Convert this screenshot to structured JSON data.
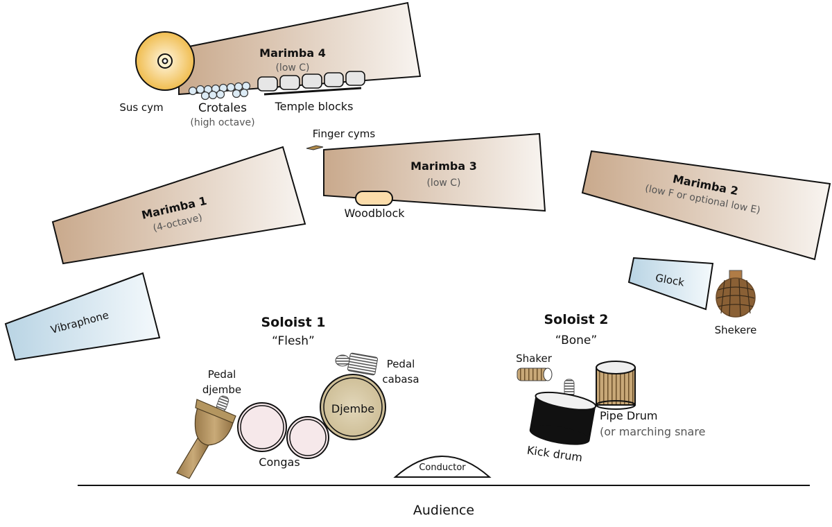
{
  "diagram": {
    "title": "Percussion stage setup",
    "colors": {
      "marimba_dark": "#c9a98c",
      "marimba_light": "#f7f2ee",
      "vibe_dark": "#b9d4e4",
      "vibe_light": "#f2f8fb",
      "cymbal": "#f2c25a",
      "cymbal_light": "#fff6e0",
      "crotale": "#dcebf5",
      "temple_block": "#e6e6e6",
      "woodblock": "#fbdcaa",
      "djembe": "#d8cba8",
      "conga": "#f6e8ea",
      "wood_brown": "#a88a5a"
    },
    "instruments": {
      "marimba4": {
        "name": "Marimba 4",
        "note": "(low C)"
      },
      "marimba3": {
        "name": "Marimba 3",
        "note": "(low C)"
      },
      "marimba2": {
        "name": "Marimba 2",
        "note": "(low F or optional low E)"
      },
      "marimba1": {
        "name": "Marimba 1",
        "note": "(4-octave)"
      },
      "vibraphone": {
        "name": "Vibraphone"
      },
      "glock": {
        "name": "Glock"
      },
      "shekere": {
        "name": "Shekere"
      },
      "sus_cym": {
        "name": "Sus cym"
      },
      "crotales": {
        "name": "Crotales",
        "note": "(high octave)"
      },
      "temple_blocks": {
        "name": "Temple blocks"
      },
      "finger_cyms": {
        "name": "Finger cyms"
      },
      "woodblock": {
        "name": "Woodblock"
      },
      "pedal_djembe": {
        "line1": "Pedal",
        "line2": "djembe"
      },
      "congas": {
        "name": "Congas"
      },
      "djembe": {
        "name": "Djembe"
      },
      "pedal_cabasa": {
        "line1": "Pedal",
        "line2": "cabasa"
      },
      "shaker": {
        "name": "Shaker"
      },
      "kick_drum": {
        "name": "Kick drum"
      },
      "pipe_drum": {
        "name": "Pipe Drum",
        "note": "(or marching snare"
      }
    },
    "soloists": [
      {
        "title": "Soloist 1",
        "nickname": "“Flesh”"
      },
      {
        "title": "Soloist 2",
        "nickname": "“Bone”"
      }
    ],
    "conductor": "Conductor",
    "audience": "Audience"
  }
}
